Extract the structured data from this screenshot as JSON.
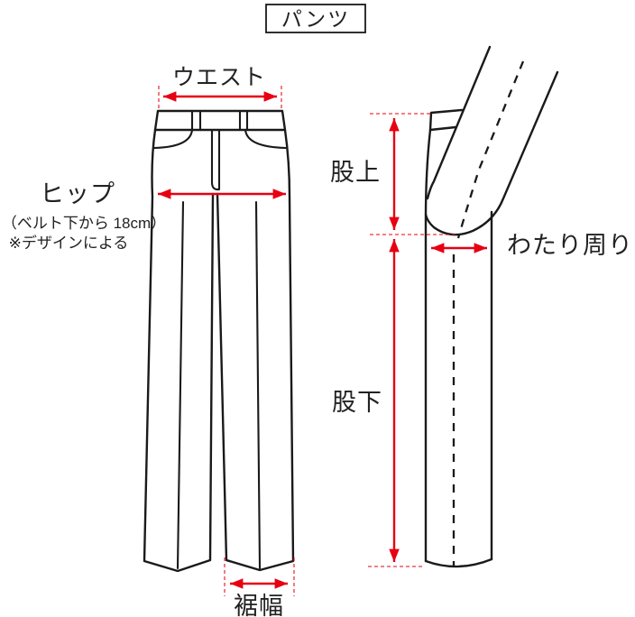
{
  "title": "パンツ",
  "colors": {
    "line": "#1a1a1a",
    "accent_red": "#e60012",
    "background": "#ffffff"
  },
  "front_view": {
    "waist_label": "ウエスト",
    "hip_label": "ヒップ",
    "hip_note_1": "（ベルト下から 18cm）",
    "hip_note_2": "※デザインによる",
    "hem_label": "裾幅"
  },
  "side_view": {
    "rise_label": "股上",
    "inseam_label": "股下",
    "thigh_label": "わたり周り"
  }
}
